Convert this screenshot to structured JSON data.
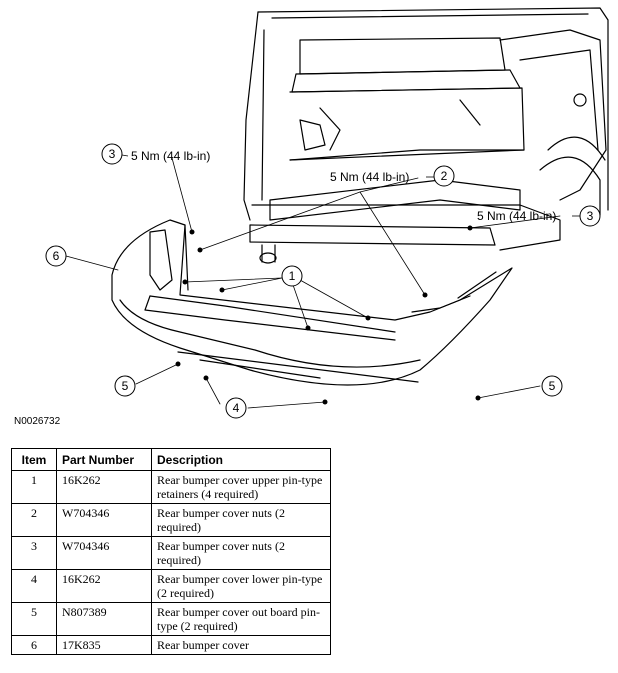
{
  "diagram": {
    "torque_label_upper_left": "5 Nm (44 lb-in)",
    "torque_label_center": "5 Nm (44 lb-in)",
    "torque_label_right": "5 Nm (44 lb-in)",
    "callouts": [
      "1",
      "2",
      "3",
      "3",
      "4",
      "5",
      "5",
      "6"
    ]
  },
  "reference_id": "N0026732",
  "table": {
    "headers": [
      "Item",
      "Part Number",
      "Description"
    ],
    "rows": [
      {
        "item": "1",
        "part_number": "16K262",
        "description": "Rear bumper cover upper pin-type retainers (4 required)"
      },
      {
        "item": "2",
        "part_number": "W704346",
        "description": "Rear bumper cover nuts (2 required)"
      },
      {
        "item": "3",
        "part_number": "W704346",
        "description": "Rear bumper cover nuts (2 required)"
      },
      {
        "item": "4",
        "part_number": "16K262",
        "description": "Rear bumper cover lower pin-type (2 required)"
      },
      {
        "item": "5",
        "part_number": "N807389",
        "description": "Rear bumper cover out board pin-type (2 required)"
      },
      {
        "item": "6",
        "part_number": "17K835",
        "description": "Rear bumper cover"
      }
    ]
  }
}
